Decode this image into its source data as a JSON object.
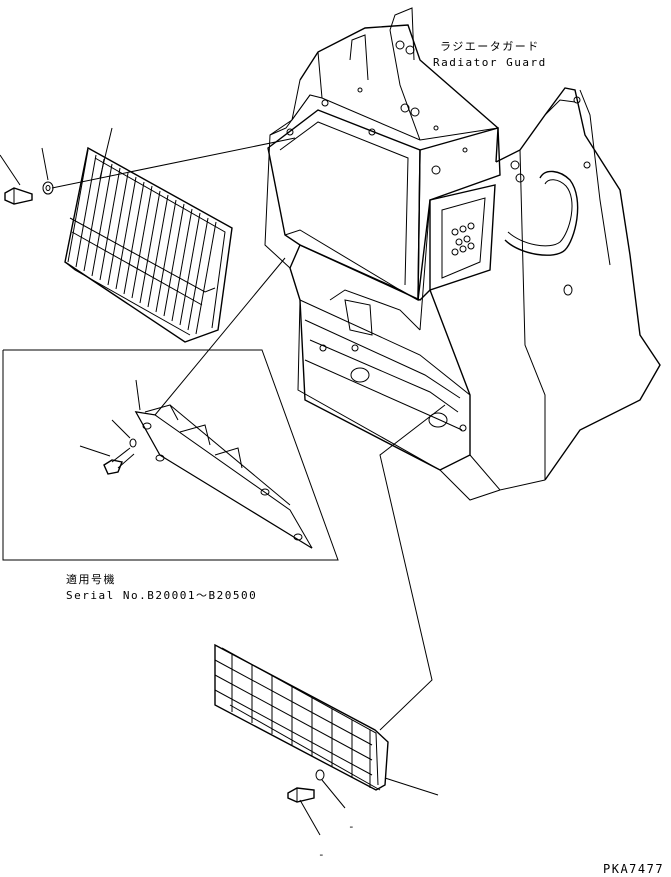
{
  "labels": {
    "guard_jp": "ラジエータガード",
    "guard_en": "Radiator Guard",
    "serial_jp": "適用号機",
    "serial_en": "Serial No.B20001〜B20500",
    "ref_code": "PKA7477",
    "callout_a": "-",
    "callout_b": "-"
  }
}
